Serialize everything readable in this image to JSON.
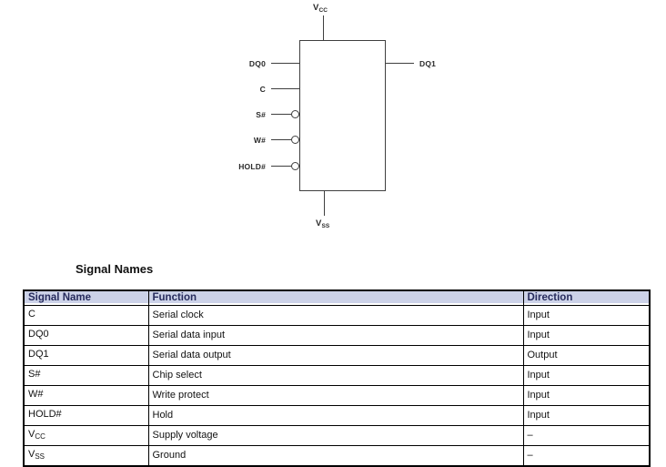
{
  "diagram": {
    "top_pin": {
      "main": "V",
      "sub": "CC"
    },
    "bottom_pin": {
      "main": "V",
      "sub": "SS"
    },
    "left_pins": [
      {
        "label": "DQ0",
        "bubble": false
      },
      {
        "label": "C",
        "bubble": false
      },
      {
        "label": "S#",
        "bubble": true
      },
      {
        "label": "W#",
        "bubble": true
      },
      {
        "label": "HOLD#",
        "bubble": true
      }
    ],
    "right_pins": [
      {
        "label": "DQ1"
      }
    ]
  },
  "section": {
    "heading": "Signal Names"
  },
  "table": {
    "columns": [
      "Signal Name",
      "Function",
      "Direction"
    ],
    "rows": [
      {
        "signal": "C",
        "signal_sub": "",
        "function": "Serial clock",
        "direction": "Input"
      },
      {
        "signal": "DQ0",
        "signal_sub": "",
        "function": "Serial data input",
        "direction": "Input"
      },
      {
        "signal": "DQ1",
        "signal_sub": "",
        "function": "Serial data output",
        "direction": "Output"
      },
      {
        "signal": "S#",
        "signal_sub": "",
        "function": "Chip select",
        "direction": "Input"
      },
      {
        "signal": "W#",
        "signal_sub": "",
        "function": "Write protect",
        "direction": "Input"
      },
      {
        "signal": "HOLD#",
        "signal_sub": "",
        "function": "Hold",
        "direction": "Input"
      },
      {
        "signal": "V",
        "signal_sub": "CC",
        "function": "Supply voltage",
        "direction": "–"
      },
      {
        "signal": "V",
        "signal_sub": "SS",
        "function": "Ground",
        "direction": "–"
      }
    ]
  },
  "colors": {
    "table_header_bg": "#ccd2e8",
    "table_header_text": "#262b5c",
    "diagram_line": "#3f3f3f",
    "body_text": "#111111",
    "page_bg": "#ffffff"
  }
}
